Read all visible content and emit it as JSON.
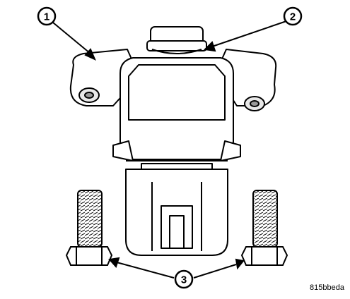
{
  "diagram": {
    "callouts": [
      {
        "number": "1"
      },
      {
        "number": "2"
      },
      {
        "number": "3"
      }
    ],
    "figure_code": "815bbeda"
  }
}
